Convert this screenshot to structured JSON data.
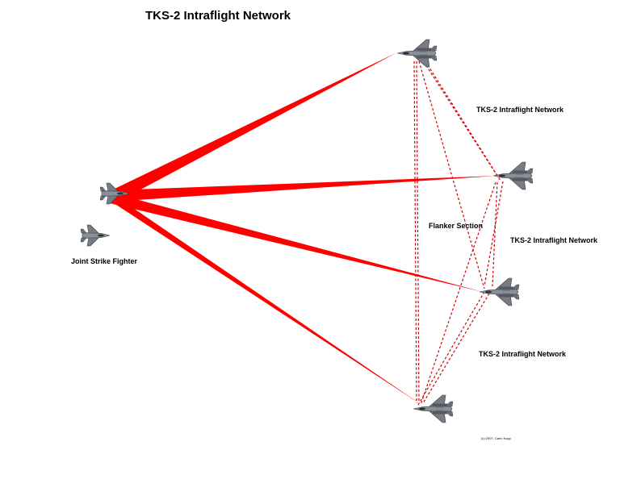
{
  "title": "TKS-2 Intraflight Network",
  "labels": {
    "network_top": "TKS-2 Intraflight Network",
    "network_middle": "TKS-2 Intraflight Network",
    "network_bottom": "TKS-2 Intraflight Network",
    "flanker_section": "Flanker Section",
    "joint_strike_fighter": "Joint Strike Fighter",
    "copyright": "(c) 2007, Carlo Kopp"
  },
  "colors": {
    "link": "#ff0000",
    "aircraft_body": "#8a8f98",
    "aircraft_dark": "#4b4f57",
    "text": "#000000"
  },
  "icons": {
    "flanker": "flanker-aircraft-icon",
    "jsf": "jsf-aircraft-icon"
  }
}
